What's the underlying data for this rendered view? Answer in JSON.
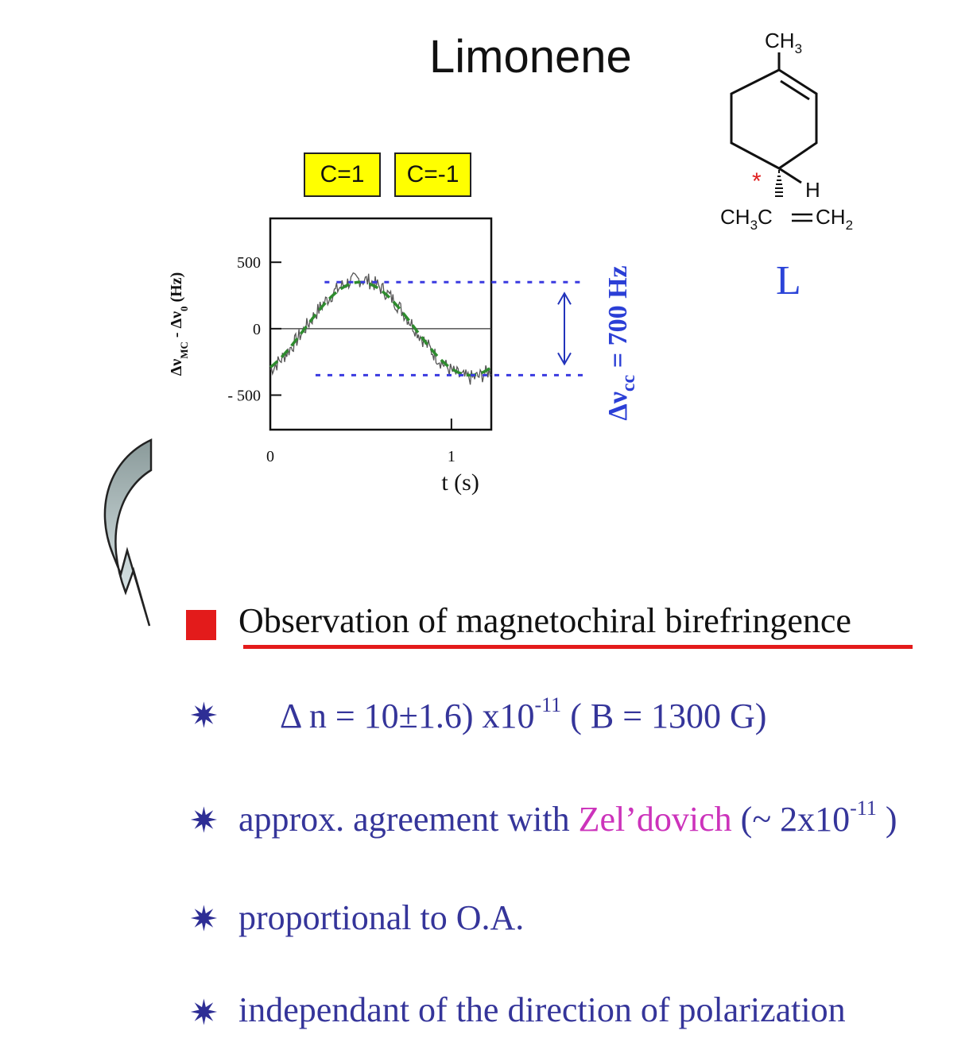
{
  "title": "Limonene",
  "conditions": [
    "C=1",
    "C=-1"
  ],
  "chart_data": {
    "type": "line",
    "ylabel_html": "Δν<tspan baseline-shift='sub' font-size='13'>MC</tspan> - Δν<tspan baseline-shift='sub' font-size='13'>0</tspan> (Hz)",
    "xlabel": "t (s)",
    "yticks": [
      "500",
      "0",
      "- 500"
    ],
    "ytick_values": [
      500,
      0,
      -500
    ],
    "xticks": [
      "0",
      "1"
    ],
    "xtick_values": [
      0,
      1
    ],
    "xlim": [
      0,
      1.22
    ],
    "ylim": [
      -760,
      830
    ],
    "series": [
      {
        "style": "noisy measured trace",
        "color": "#555555"
      },
      {
        "style": "dashed sinusoidal fit",
        "color": "#2e8b2e"
      }
    ],
    "reference_levels": [
      350,
      -350
    ],
    "annotation": "700 Hz",
    "annotation_prefix": "Δν",
    "annotation_sub": "cc",
    "annotation_equals": " = "
  },
  "molecule": {
    "ch3_top": "CH",
    "ch3_top_sub": "3",
    "h": "H",
    "chiral_mark": "*",
    "bottom_left": "CH",
    "bottom_left_sub": "3",
    "bottom_mid": "C",
    "bottom_right": "CH",
    "bottom_right_sub": "2",
    "label": "L"
  },
  "heading": "Observation of magnetochiral birefringence",
  "bullets": {
    "b1_pre": "Δ n = 10±1.6) x10",
    "b1_sup": "-11",
    "b1_post": " ( B  =  1300 G)",
    "b2_pre": "approx. agreement with ",
    "b2_name": "Zel’dovich",
    "b2_mid": " (~ 2x10",
    "b2_sup": "-11",
    "b2_post": " )",
    "b3": "proportional to O.A.",
    "b4": "independant of the direction of polarization",
    "star": "✷"
  }
}
